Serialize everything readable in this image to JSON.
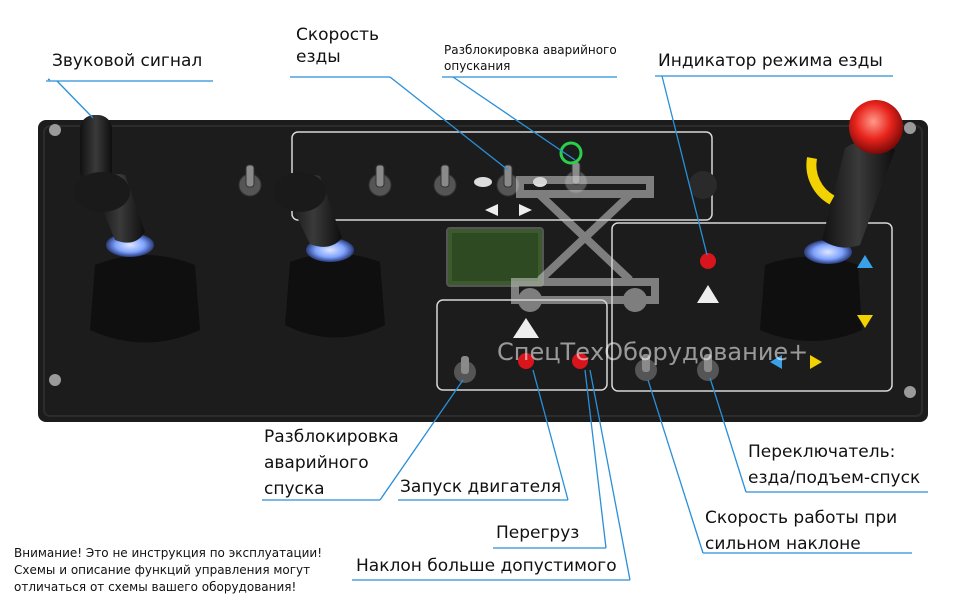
{
  "labels": {
    "horn": "Звуковой сигнал",
    "drive_speed": "Скорость\nезды",
    "emergency_unlock_top": "Разблокировка аварийного\nопускания",
    "drive_mode_indicator": "Индикатор режима езды",
    "emergency_unlock_bottom": "Разблокировка\nаварийного\nспуска",
    "engine_start": "Запуск двигателя",
    "overload": "Перегруз",
    "tilt_exceeded": "Наклон больше допустимого",
    "tilt_speed": "Скорость работы при\nсильном наклоне",
    "switch_drive_lift": "Переключатель:\nезда/подъем-спуск"
  },
  "disclaimer": "Внимание! Это не инструкция по эксплуатации!\nСхемы и описание функций управления могут\nотличаться от схемы вашего оборудования!",
  "watermark": "СпецТехОборудование+",
  "colors": {
    "callout_line": "#2a8fd8",
    "panel": "#1c1c1c",
    "indicator_red": "#d8141c",
    "emergency_button": "#e8231c",
    "joystick_glow": "#7fa4ff",
    "lcd": "#3d5a2e",
    "arrow_yellow": "#f2d200",
    "arrow_blue": "#3aa0e8",
    "ring_green": "#2bd04a"
  },
  "icons": [
    "horn-joystick",
    "drive-joystick",
    "lift-joystick",
    "toggle-switch",
    "indicator-led",
    "emergency-stop-button",
    "warning-triangle",
    "turtle-icon",
    "rabbit-icon",
    "scissor-lift-watermark"
  ]
}
